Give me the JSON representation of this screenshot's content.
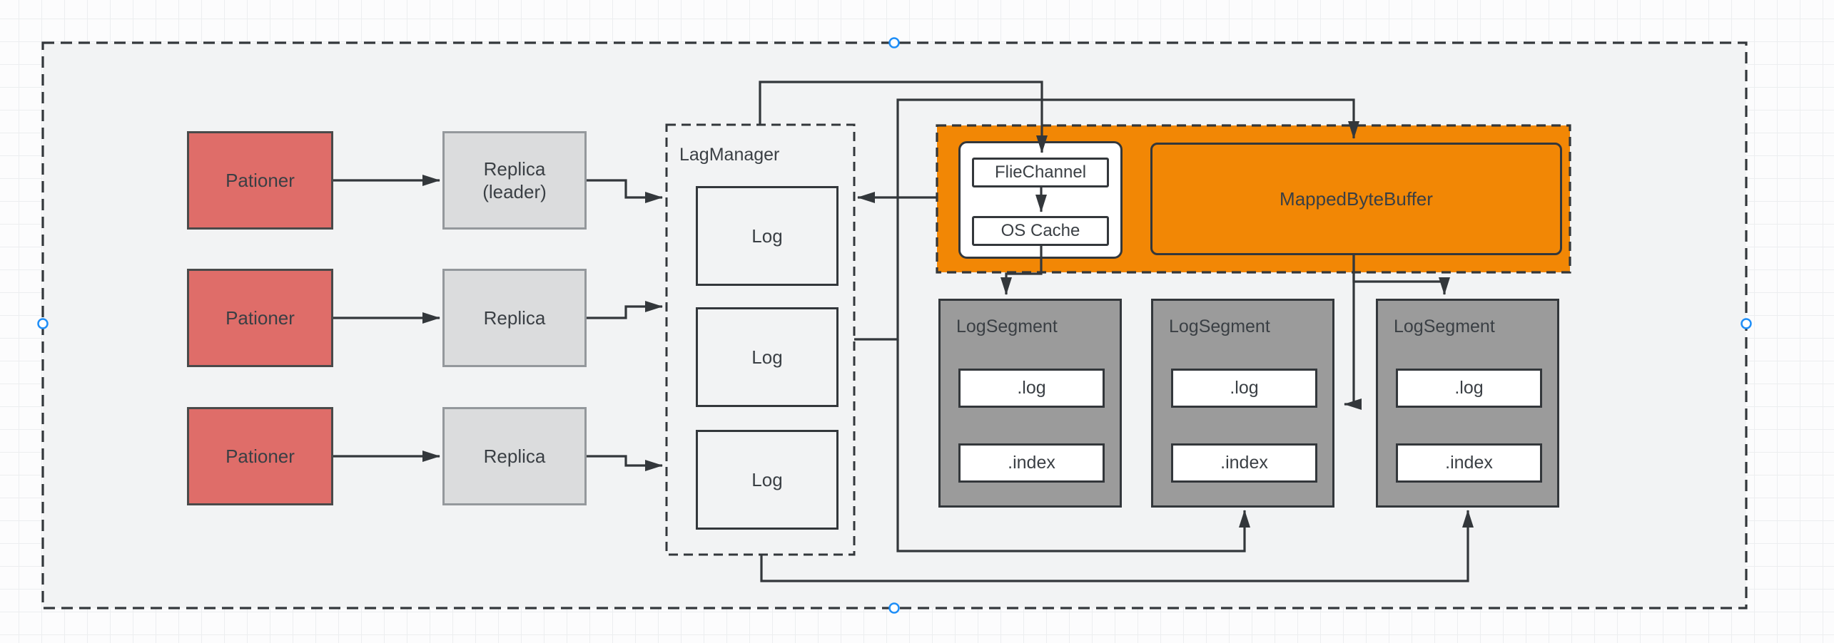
{
  "colors": {
    "page_bg": "#FCFCFD",
    "grid_line": "#ECEEF0",
    "canvas_fill": "#F2F3F4",
    "stroke": "#33373B",
    "text": "#3A3F44",
    "red": "#DF6D69",
    "red_border": "#4A4A4A",
    "gray_box": "#DBDCDD",
    "gray_box_border": "#94989C",
    "dark_gray_box": "#9B9B9B",
    "orange": "#F28705",
    "white": "#FFFFFF",
    "handle_blue": "#1F8EF7"
  },
  "partitions": [
    {
      "label": "Pationer"
    },
    {
      "label": "Pationer"
    },
    {
      "label": "Pationer"
    }
  ],
  "replicas": [
    {
      "line1": "Replica",
      "line2": "(leader)"
    },
    {
      "line1": "Replica",
      "line2": ""
    },
    {
      "line1": "Replica",
      "line2": ""
    }
  ],
  "lag_manager": {
    "title": "LagManager",
    "logs": [
      {
        "label": "Log"
      },
      {
        "label": "Log"
      },
      {
        "label": "Log"
      }
    ]
  },
  "io_layer": {
    "file_channel": "FlieChannel",
    "os_cache": "OS Cache",
    "mapped_byte_buffer": "MappedByteBuffer"
  },
  "log_segments": [
    {
      "title": "LogSegment",
      "log_file": ".log",
      "index_file": ".index"
    },
    {
      "title": "LogSegment",
      "log_file": ".log",
      "index_file": ".index"
    },
    {
      "title": "LogSegment",
      "log_file": ".log",
      "index_file": ".index"
    }
  ]
}
